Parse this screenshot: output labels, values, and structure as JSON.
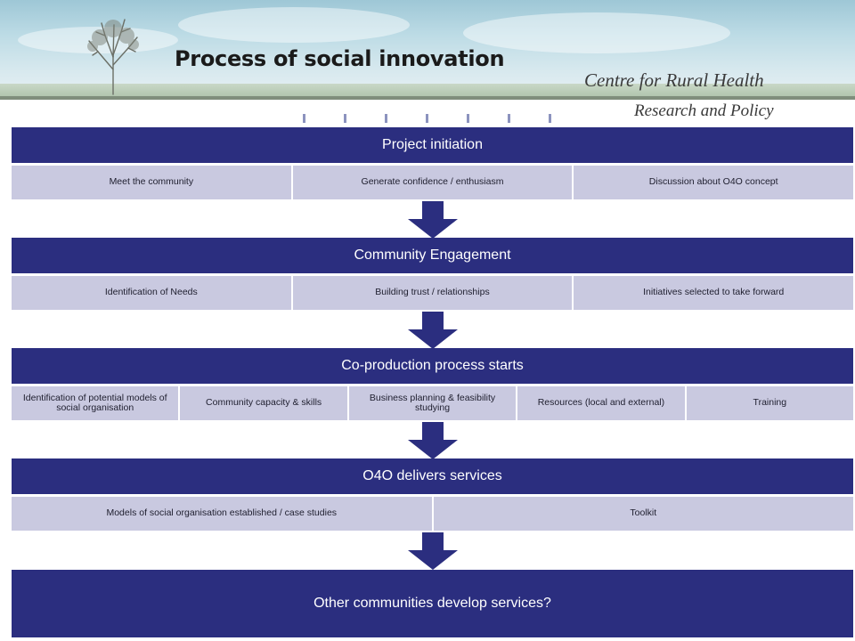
{
  "header": {
    "title": "Process of social innovation",
    "org_line1": "Centre for Rural Health",
    "org_line2": "Research and Policy"
  },
  "colors": {
    "stage_header": "#2b2e7f",
    "sub_box": "#c9c9e0",
    "arrow": "#2b2e7f"
  },
  "stages": [
    {
      "title": "Project initiation",
      "items": [
        "Meet the community",
        "Generate confidence / enthusiasm",
        "Discussion about O4O concept"
      ]
    },
    {
      "title": "Community Engagement",
      "items": [
        "Identification of Needs",
        "Building trust / relationships",
        "Initiatives selected to take forward"
      ]
    },
    {
      "title": "Co-production process starts",
      "items": [
        "Identification of potential models of social organisation",
        "Community capacity & skills",
        "Business planning & feasibility studying",
        "Resources (local and external)",
        "Training"
      ]
    },
    {
      "title": "O4O delivers services",
      "items": [
        "Models of social organisation established / case studies",
        "Toolkit"
      ]
    }
  ],
  "final": {
    "title": "Other communities develop services?"
  }
}
